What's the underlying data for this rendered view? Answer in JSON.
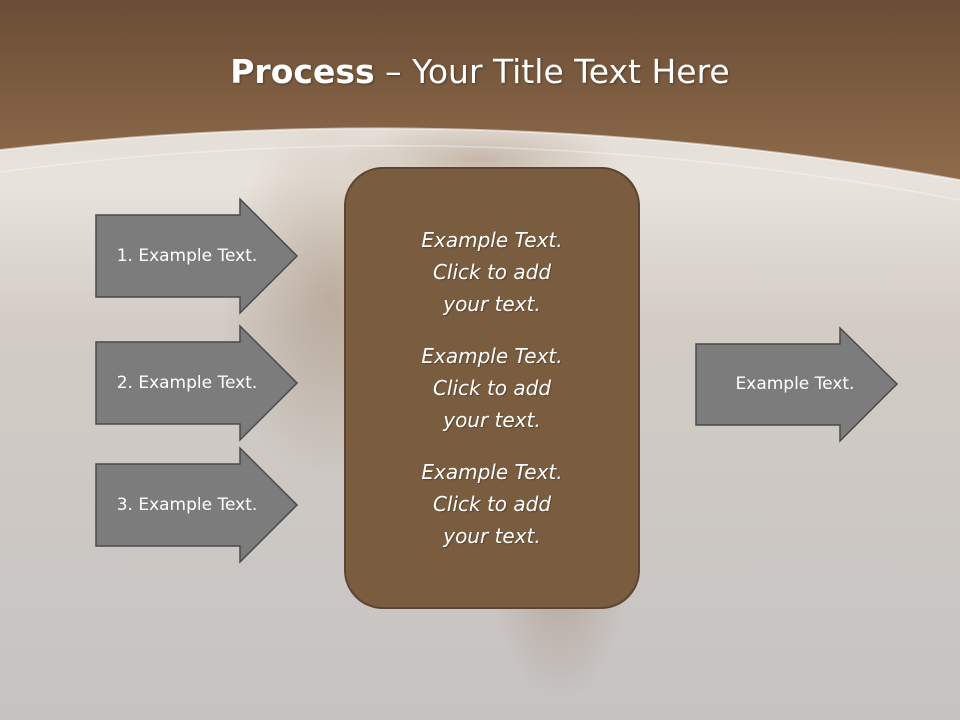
{
  "title": {
    "bold_part": "Process",
    "rest_part": " – Your Title Text Here"
  },
  "left_arrows": [
    {
      "label": "1. Example Text."
    },
    {
      "label": "2. Example Text."
    },
    {
      "label": "3. Example Text."
    }
  ],
  "center_box": {
    "paragraphs": [
      "Example Text.\nClick  to add\nyour text.",
      "Example Text.\nClick  to add\nyour text.",
      "Example Text.\nClick  to add\nyour text."
    ]
  },
  "right_arrow": {
    "label": "Example Text."
  },
  "colors": {
    "header_brown": "#7d5e42",
    "box_brown": "#7a5c3f",
    "box_border": "#5b4431",
    "arrow_gray": "#7c7c7c",
    "arrow_border": "#4a4a4a"
  }
}
